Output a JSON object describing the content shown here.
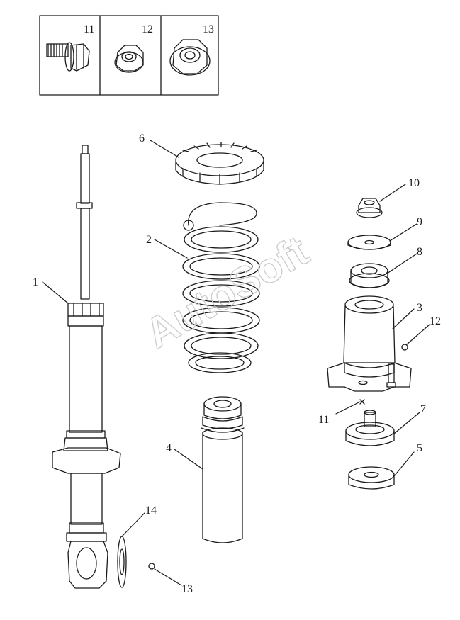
{
  "fastener_legend": {
    "boxes": [
      {
        "number": "11",
        "part": "flange-bolt"
      },
      {
        "number": "12",
        "part": "flange-nut-small"
      },
      {
        "number": "13",
        "part": "flange-nut-large"
      }
    ]
  },
  "callouts": {
    "c1": "1",
    "c2": "2",
    "c3": "3",
    "c4": "4",
    "c5": "5",
    "c6": "6",
    "c7": "7",
    "c8": "8",
    "c9": "9",
    "c10": "10",
    "c11": "11",
    "c12": "12",
    "c13": "13",
    "c14": "14"
  },
  "watermark": "AutoSoft",
  "colors": {
    "line": "#1a1a1a",
    "watermark": "#c8c8c8"
  }
}
